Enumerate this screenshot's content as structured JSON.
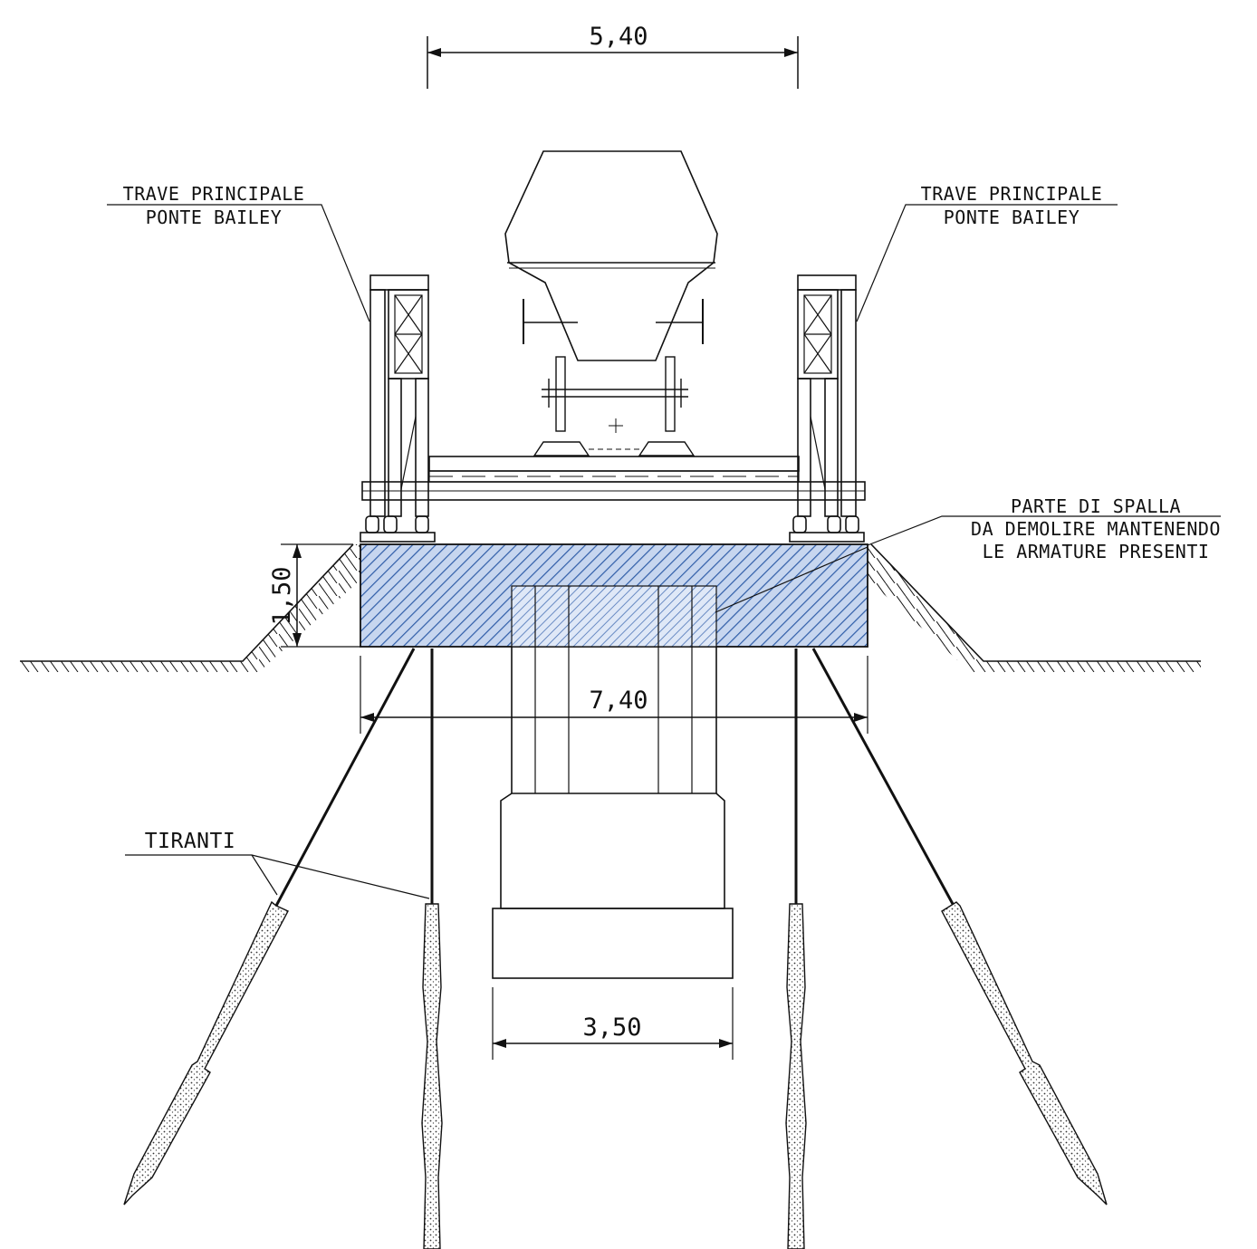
{
  "dimensions": {
    "top_span": "5,40",
    "cap_depth": "1,50",
    "cap_width": "7,40",
    "footing_width": "3,50"
  },
  "notes": {
    "left_girder": {
      "line1": "TRAVE PRINCIPALE",
      "line2": "PONTE BAILEY"
    },
    "right_girder": {
      "line1": "TRAVE PRINCIPALE",
      "line2": "PONTE BAILEY"
    },
    "demolition": {
      "line1": "PARTE DI SPALLA",
      "line2": "DA DEMOLIRE MANTENENDO",
      "line3": "LE ARMATURE PRESENTI"
    },
    "anchors": "TIRANTI"
  },
  "colors": {
    "ink": "#111111",
    "hatch_blue": "#2f5da8",
    "hatch_fill": "#c7d6ef"
  }
}
